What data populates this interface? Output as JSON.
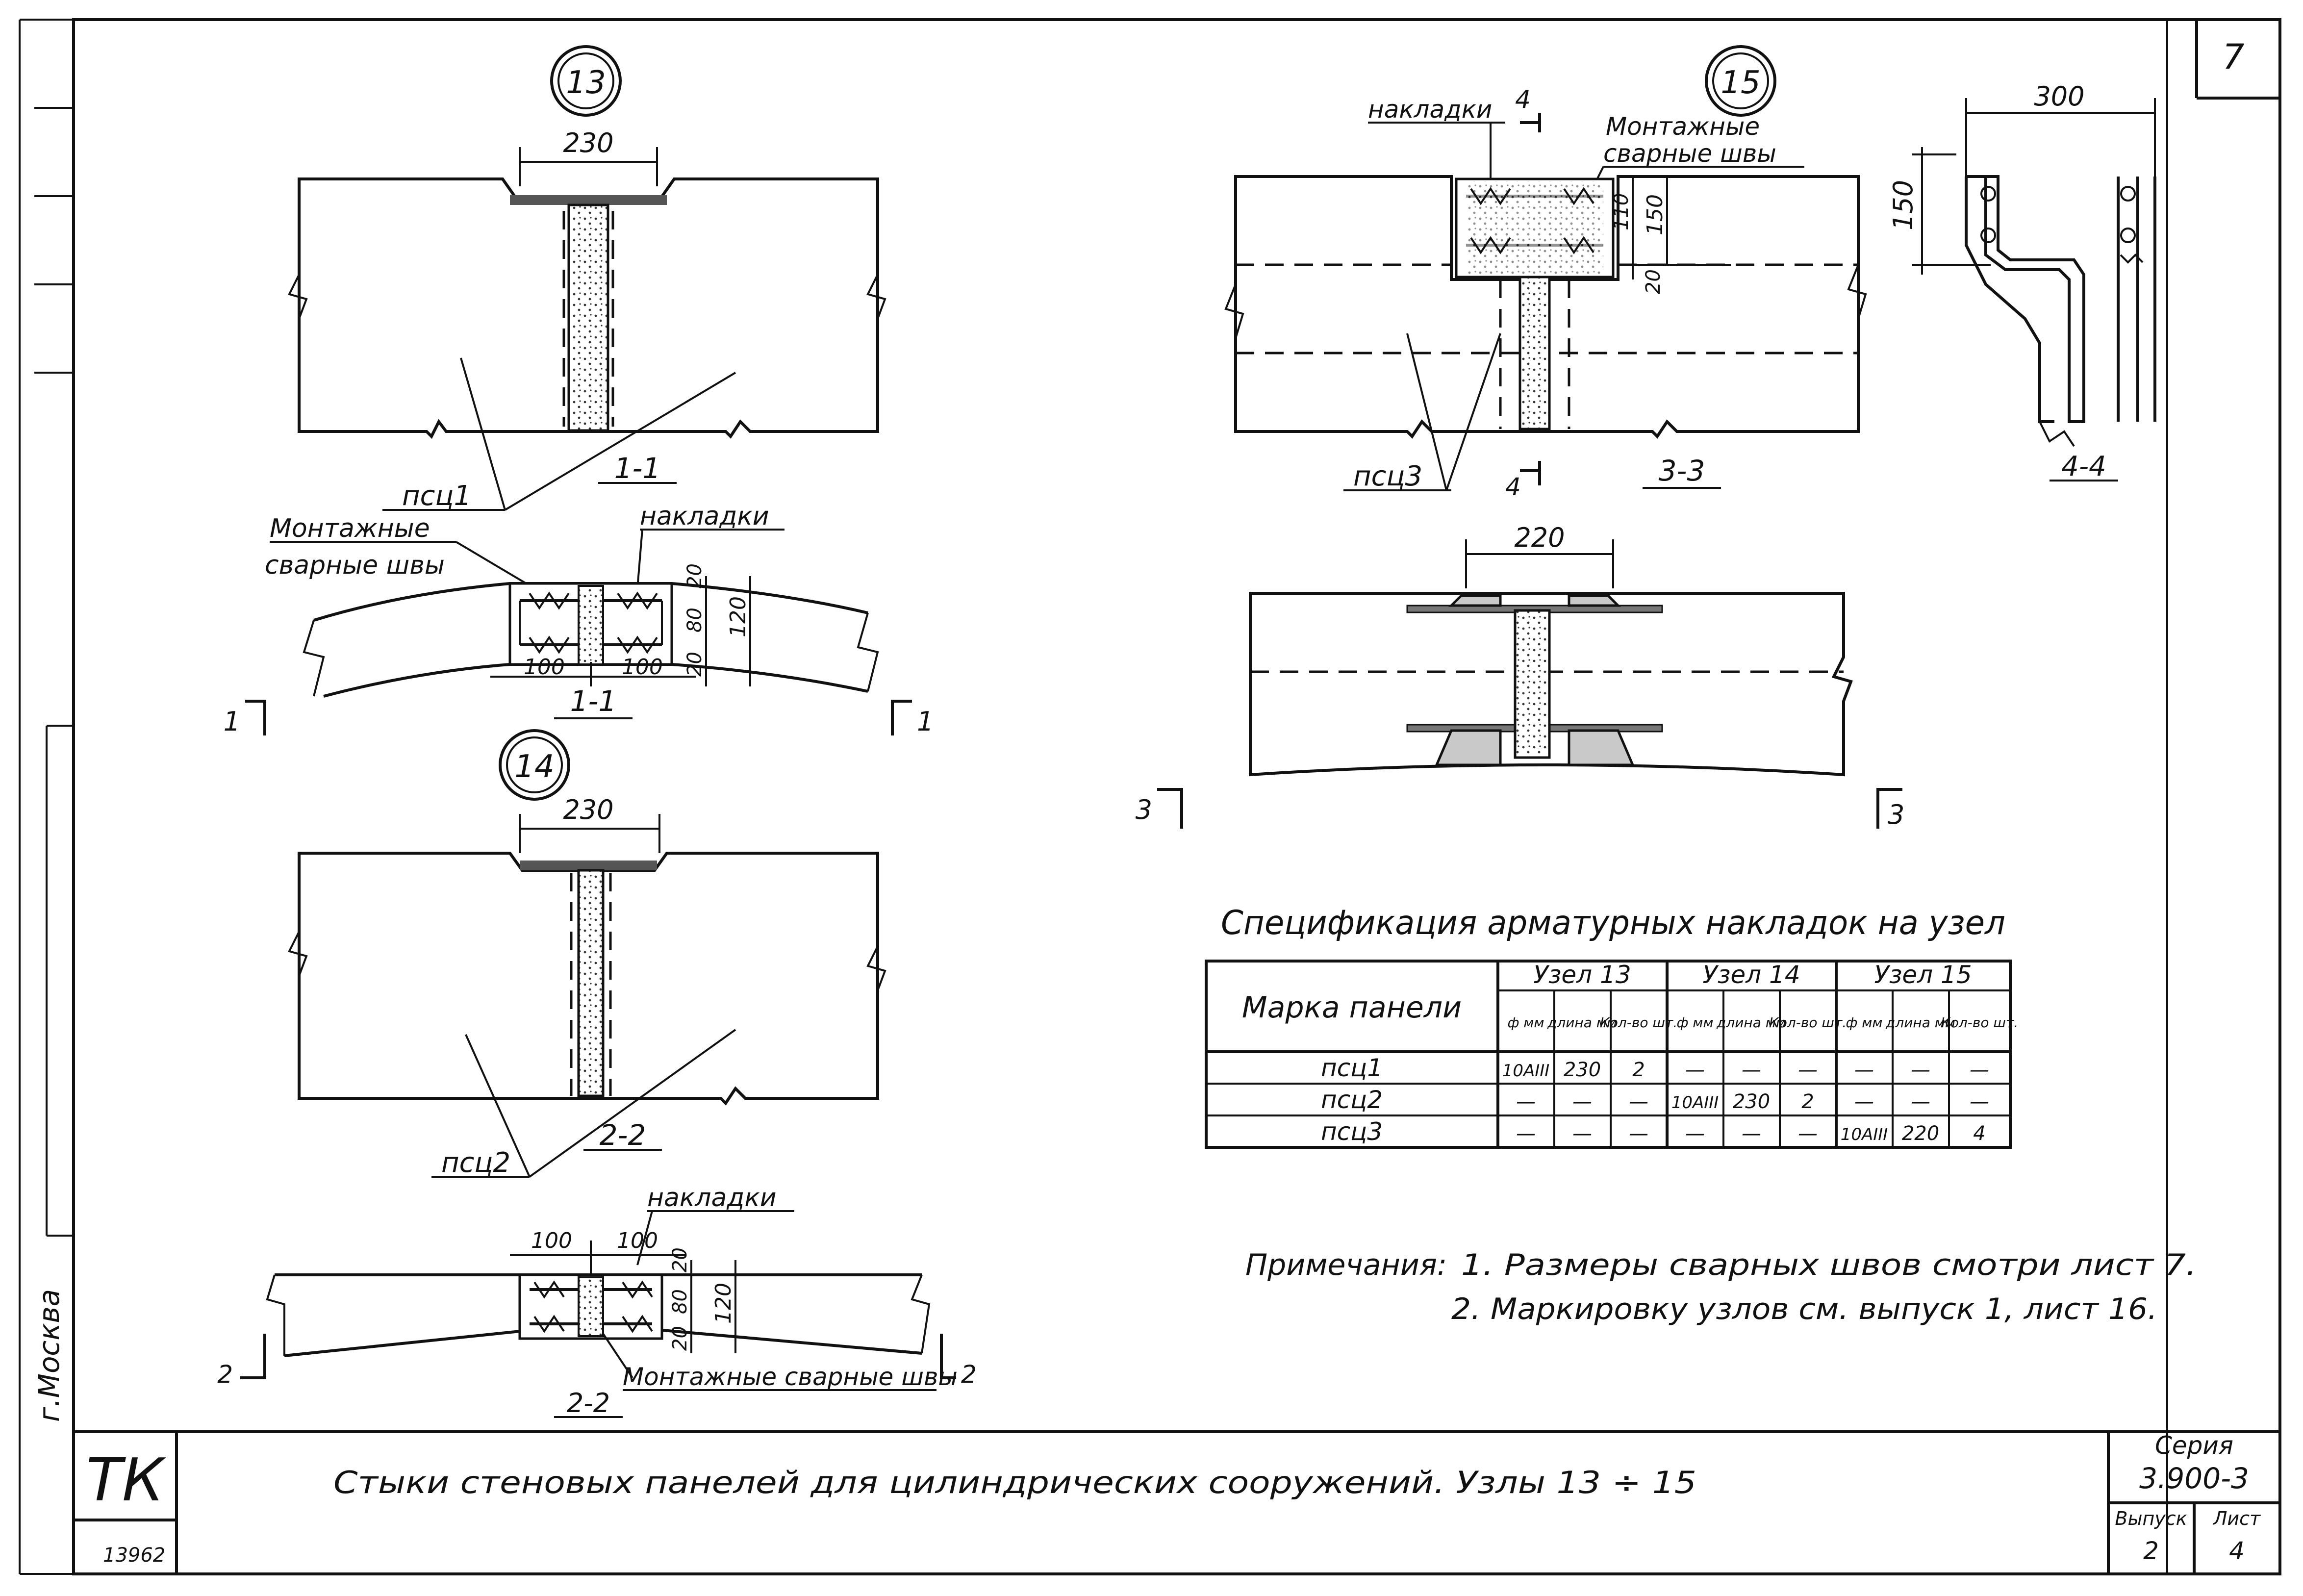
{
  "sheet": {
    "sheet_no": "7",
    "stamp_letters": "ТК",
    "stamp_number": "13962",
    "left_margin_text": "г.Москва",
    "title": "Стыки стеновых панелей для цилиндрических сооружений. Узлы 13 ÷ 15",
    "series_label": "Серия",
    "series_value": "3.900-3",
    "issue_label": "Выпуск",
    "issue_value": "2",
    "page_label": "Лист",
    "page_value": "4"
  },
  "node13": {
    "circle": "13",
    "dim_top": "230",
    "panel": "псц1",
    "section_label": "1-1",
    "weld_label_1": "Монтажные",
    "weld_label_2": "сварные швы",
    "plates_label": "накладки",
    "dim_100a": "100",
    "dim_100b": "100",
    "dim_20a": "20",
    "dim_80": "80",
    "dim_120": "120",
    "dim_20b": "20",
    "plan_label": "1-1",
    "cut_left": "1",
    "cut_right": "1"
  },
  "node14": {
    "circle": "14",
    "dim_top": "230",
    "panel": "псц2",
    "section_label": "2-2",
    "plates_label": "накладки",
    "dim_100a": "100",
    "dim_100b": "100",
    "dim_20a": "20",
    "dim_80": "80",
    "dim_120": "120",
    "dim_20b": "20",
    "weld_label": "Монтажные сварные швы",
    "plan_label": "2-2",
    "cut_left": "2",
    "cut_right": "2"
  },
  "node15": {
    "circle": "15",
    "plates_label": "накладки",
    "cut_mark": "4",
    "weld_label_1": "Монтажные",
    "weld_label_2": "сварные швы",
    "dim_110": "110",
    "dim_150": "150",
    "dim_20": "20",
    "panel": "псц3",
    "section_label": "3-3",
    "dim_plan": "220",
    "cut_left": "3",
    "cut_right": "3"
  },
  "section44": {
    "dim_300": "300",
    "dim_150": "150",
    "label": "4-4"
  },
  "spec_table": {
    "title": "Спецификация арматурных накладок на узел",
    "col_panel": "Марка панели",
    "groups": [
      "Узел 13",
      "Узел 14",
      "Узел 15"
    ],
    "subheads": [
      "ф мм",
      "длина мм",
      "Кол-во шт."
    ],
    "rows": [
      {
        "panel": "псц1",
        "cells": [
          "10АIII",
          "230",
          "2",
          "—",
          "—",
          "—",
          "—",
          "—",
          "—"
        ]
      },
      {
        "panel": "псц2",
        "cells": [
          "—",
          "—",
          "—",
          "10АIII",
          "230",
          "2",
          "—",
          "—",
          "—"
        ]
      },
      {
        "panel": "псц3",
        "cells": [
          "—",
          "—",
          "—",
          "—",
          "—",
          "—",
          "10АIII",
          "220",
          "4"
        ]
      }
    ]
  },
  "notes": {
    "label": "Примечания:",
    "line1": "1. Размеры сварных швов смотри лист 7.",
    "line2": "2. Маркировку узлов см. выпуск 1, лист 16."
  }
}
